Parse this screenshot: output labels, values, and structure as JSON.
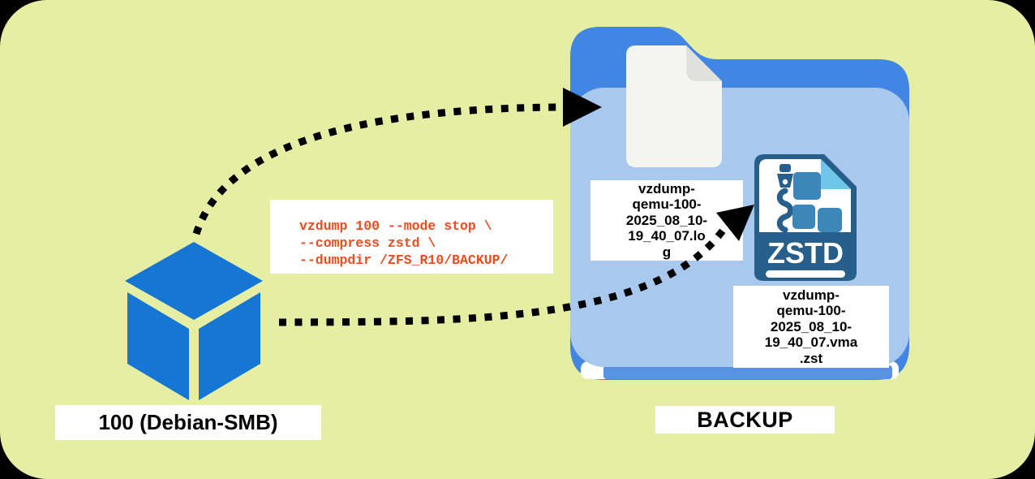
{
  "vm": {
    "label": "100 (Debian-SMB)"
  },
  "command": {
    "lines": [
      "vzdump 100 --mode stop \\",
      "--compress zstd \\",
      "--dumpdir /ZFS_R10/BACKUP/"
    ],
    "text_color": "#ee4b1e"
  },
  "backup_folder": {
    "label": "BACKUP",
    "log_file": {
      "filename": "vzdump-qemu-100-2025_08_10-19_40_07.log",
      "display_lines": [
        "vzdump-",
        "qemu-100-",
        "2025_08_10-",
        "19_40_07.lo",
        "g"
      ]
    },
    "archive_file": {
      "filename": "vzdump-qemu-100-2025_08_10-19_40_07.vma.zst",
      "badge": "ZSTD",
      "display_lines": [
        "vzdump-",
        "qemu-100-",
        "2025_08_10-",
        "19_40_07.vma",
        ".zst"
      ]
    }
  },
  "colors": {
    "background_green": "#e5eea3",
    "cube_blue": "#1576d3",
    "folder_back_blue": "#4286e3",
    "folder_front_blue": "#a9c8ed",
    "folder_strip_blue": "#5a92e2",
    "zstd_navy": "#265e8c",
    "zstd_mid_blue": "#3d86ba",
    "zstd_fold_blue": "#6ec6ea",
    "arrow_black": "#000000"
  }
}
